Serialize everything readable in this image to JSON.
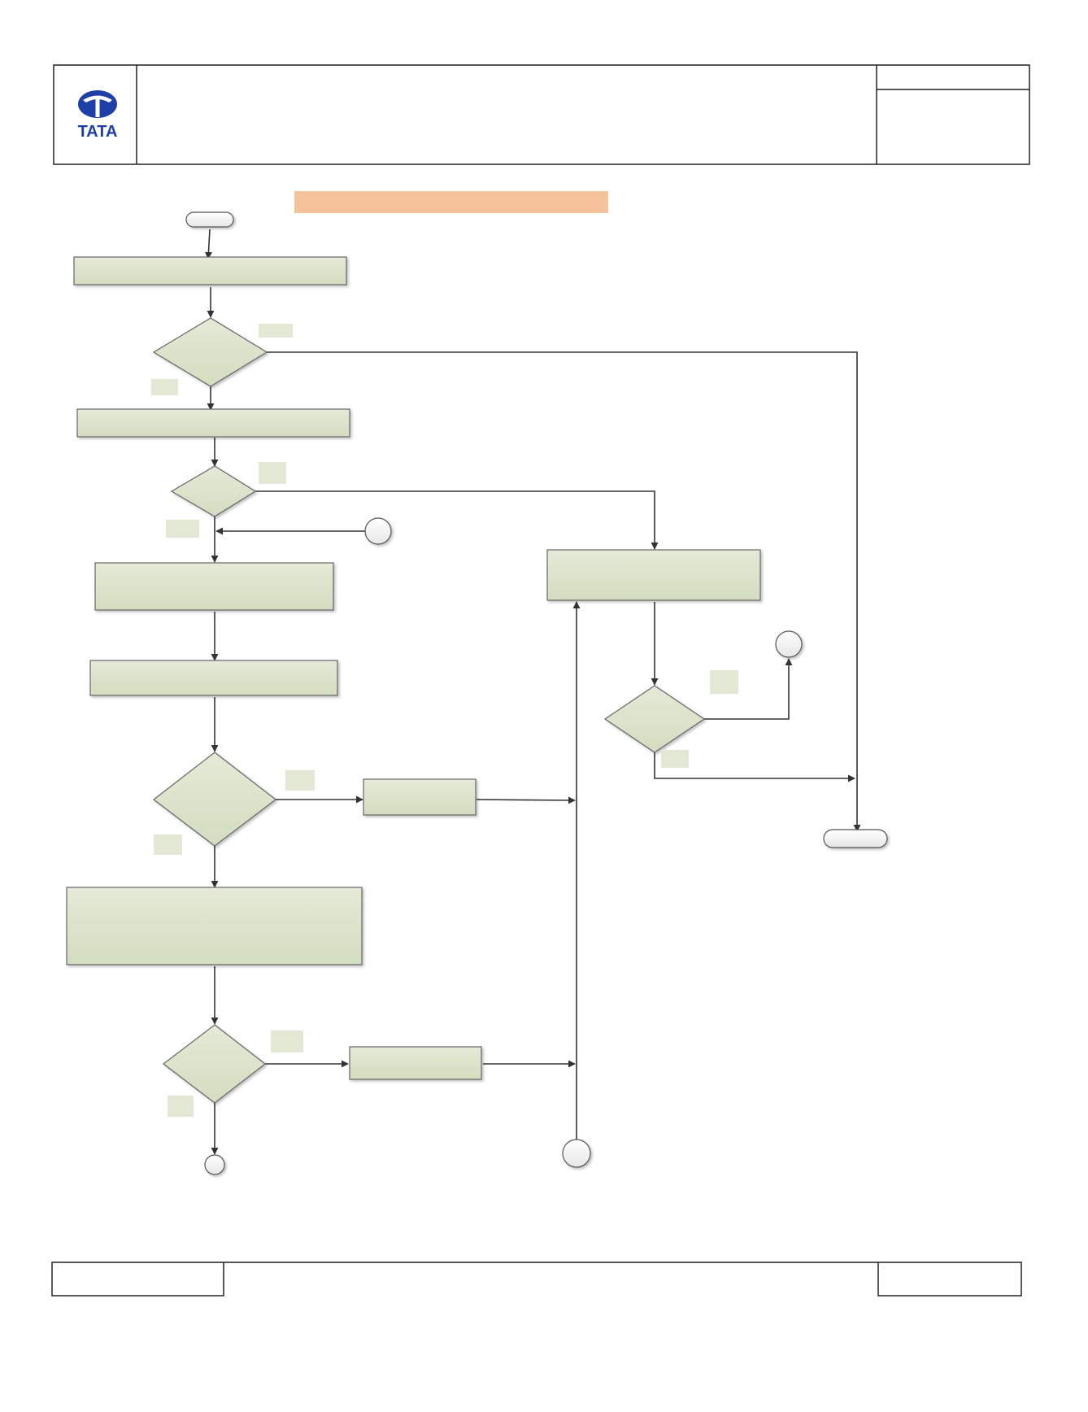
{
  "header": {
    "logo": {
      "icon": "tata-logo-icon",
      "wordmark": "TATA",
      "brand_color": "#1f3fa8"
    },
    "title_cell": "",
    "doc_info_top": "",
    "doc_info_bottom": ""
  },
  "banner": {
    "text": "",
    "color": "#f4c39c"
  },
  "colors": {
    "process_fill": "#dae3c9",
    "process_fill_light": "#e4ead7",
    "stroke": "#555555",
    "connector": "#333333"
  },
  "flowchart": {
    "nodes": [
      {
        "id": "start",
        "shape": "terminator",
        "label": ""
      },
      {
        "id": "process-1",
        "shape": "process",
        "label": ""
      },
      {
        "id": "decision-1",
        "shape": "decision",
        "label": ""
      },
      {
        "id": "process-2",
        "shape": "process",
        "label": ""
      },
      {
        "id": "decision-2",
        "shape": "decision",
        "label": ""
      },
      {
        "id": "connector-a",
        "shape": "connector",
        "label": ""
      },
      {
        "id": "process-3",
        "shape": "process",
        "label": ""
      },
      {
        "id": "process-4",
        "shape": "process",
        "label": ""
      },
      {
        "id": "decision-3",
        "shape": "decision",
        "label": ""
      },
      {
        "id": "process-5",
        "shape": "process",
        "label": ""
      },
      {
        "id": "process-6",
        "shape": "process",
        "label": ""
      },
      {
        "id": "decision-4",
        "shape": "decision",
        "label": ""
      },
      {
        "id": "process-7",
        "shape": "process",
        "label": ""
      },
      {
        "id": "connector-bottom",
        "shape": "connector",
        "label": ""
      },
      {
        "id": "connector-return",
        "shape": "connector",
        "label": ""
      },
      {
        "id": "process-8",
        "shape": "process",
        "label": ""
      },
      {
        "id": "decision-5",
        "shape": "decision",
        "label": ""
      },
      {
        "id": "connector-right",
        "shape": "connector",
        "label": ""
      },
      {
        "id": "end",
        "shape": "terminator",
        "label": ""
      }
    ],
    "branch_labels": [
      {
        "id": "d1-right",
        "text": ""
      },
      {
        "id": "d1-down",
        "text": ""
      },
      {
        "id": "d2-right",
        "text": ""
      },
      {
        "id": "d2-down",
        "text": ""
      },
      {
        "id": "d3-right",
        "text": ""
      },
      {
        "id": "d3-down",
        "text": ""
      },
      {
        "id": "d4-right",
        "text": ""
      },
      {
        "id": "d4-down",
        "text": ""
      },
      {
        "id": "d5-right",
        "text": ""
      },
      {
        "id": "d5-down",
        "text": ""
      }
    ]
  },
  "footer": {
    "left": "",
    "middle": "",
    "right": ""
  }
}
